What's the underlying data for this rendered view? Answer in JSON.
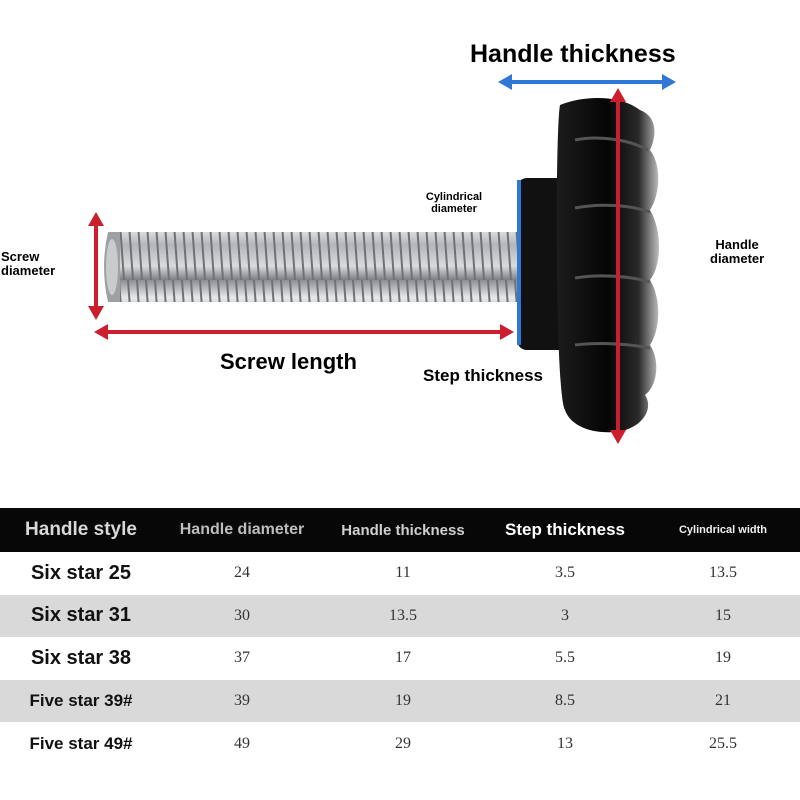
{
  "diagram": {
    "handle_thickness": "Handle thickness",
    "cylindrical_diameter_line1": "Cylindrical",
    "cylindrical_diameter_line2": "diameter",
    "screw_diameter_line1": "Screw",
    "screw_diameter_line2": "diameter",
    "handle_diameter_line1": "Handle",
    "handle_diameter_line2": "diameter",
    "screw_length": "Screw length",
    "step_thickness": "Step thickness",
    "colors": {
      "arrow_red": "#cc1f2d",
      "arrow_blue": "#2f78d6",
      "knob": "#0d0d0d",
      "screw": "#b9bcbf"
    }
  },
  "table": {
    "headers": [
      "Handle style",
      "Handle diameter",
      "Handle thickness",
      "Step thickness",
      "Cylindrical width"
    ],
    "rows": [
      [
        "Six star 25",
        "24",
        "11",
        "3.5",
        "13.5"
      ],
      [
        "Six star 31",
        "30",
        "13.5",
        "3",
        "15"
      ],
      [
        "Six star 38",
        "37",
        "17",
        "5.5",
        "19"
      ],
      [
        "Five star 39#",
        "39",
        "19",
        "8.5",
        "21"
      ],
      [
        "Five star 49#",
        "49",
        "29",
        "13",
        "25.5"
      ]
    ],
    "colors": {
      "header_bg": "#070707",
      "row_alt": "#d9d9d9"
    }
  }
}
